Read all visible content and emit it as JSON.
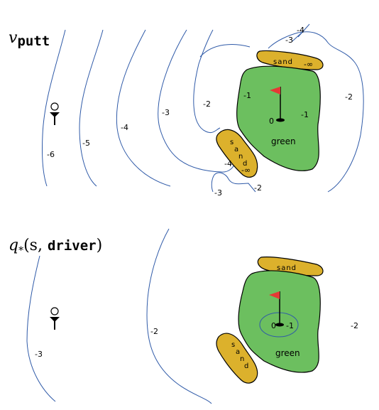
{
  "top_panel": {
    "title_var": "v",
    "title_sub": "putt",
    "contour_labels": [
      "-6",
      "-5",
      "-4",
      "-3",
      "-2",
      "-1",
      "-1",
      "-2",
      "-3",
      "-4",
      "-2",
      "-3",
      "-4"
    ],
    "sand_top_label": "sand",
    "sand_top_value": "-∞",
    "sand_left_letters": [
      "s",
      "a",
      "n",
      "d"
    ],
    "sand_left_value": "-∞",
    "green_label": "green",
    "hole_value": "0"
  },
  "bottom_panel": {
    "title_q": "q",
    "title_star": "*",
    "title_open": "(s, ",
    "title_action": "driver",
    "title_close": ")",
    "contour_labels": [
      "-3",
      "-2",
      "-2"
    ],
    "hole_inner_value": "0",
    "hole_ring_value": "-1",
    "sand_top_label": "sand",
    "sand_left_letters": [
      "s",
      "a",
      "n",
      "d"
    ],
    "green_label": "green"
  },
  "colors": {
    "contour": "#2f5aa8",
    "green": "#6cbf5f",
    "sand": "#dcb12c",
    "flag": "#e53935"
  }
}
